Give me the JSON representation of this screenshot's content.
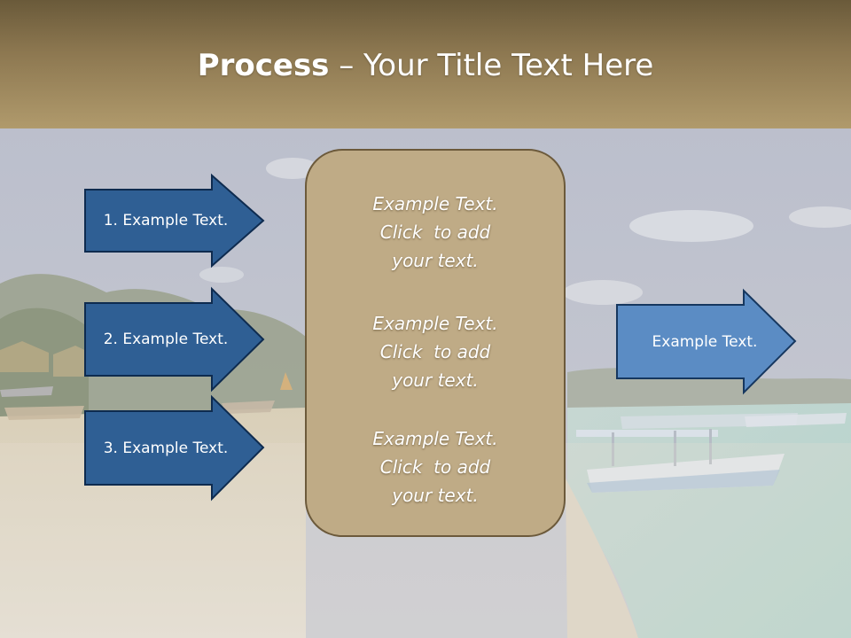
{
  "slide": {
    "title_bold": "Process",
    "title_rest": " – Your Title Text Here"
  },
  "left_arrows": [
    {
      "label": "1. Example Text."
    },
    {
      "label": "2. Example Text."
    },
    {
      "label": "3. Example Text."
    }
  ],
  "right_arrow": {
    "label": "Example Text."
  },
  "panel": {
    "blocks": [
      {
        "lines": [
          "Example Text.",
          "Click  to add",
          "your text."
        ]
      },
      {
        "lines": [
          "Example Text.",
          "Click  to add",
          "your text."
        ]
      },
      {
        "lines": [
          "Example Text.",
          "Click  to add",
          "your text."
        ]
      }
    ]
  },
  "colors": {
    "header_top": "#6a5a3a",
    "header_bottom": "#b09a6c",
    "left_arrow_fill": "#2f5f94",
    "left_arrow_stroke": "#0e2b4f",
    "right_arrow_fill": "#5b8cc4",
    "right_arrow_stroke": "#16375f",
    "panel_fill": "#bfab86",
    "panel_stroke": "#6c5a3b"
  }
}
